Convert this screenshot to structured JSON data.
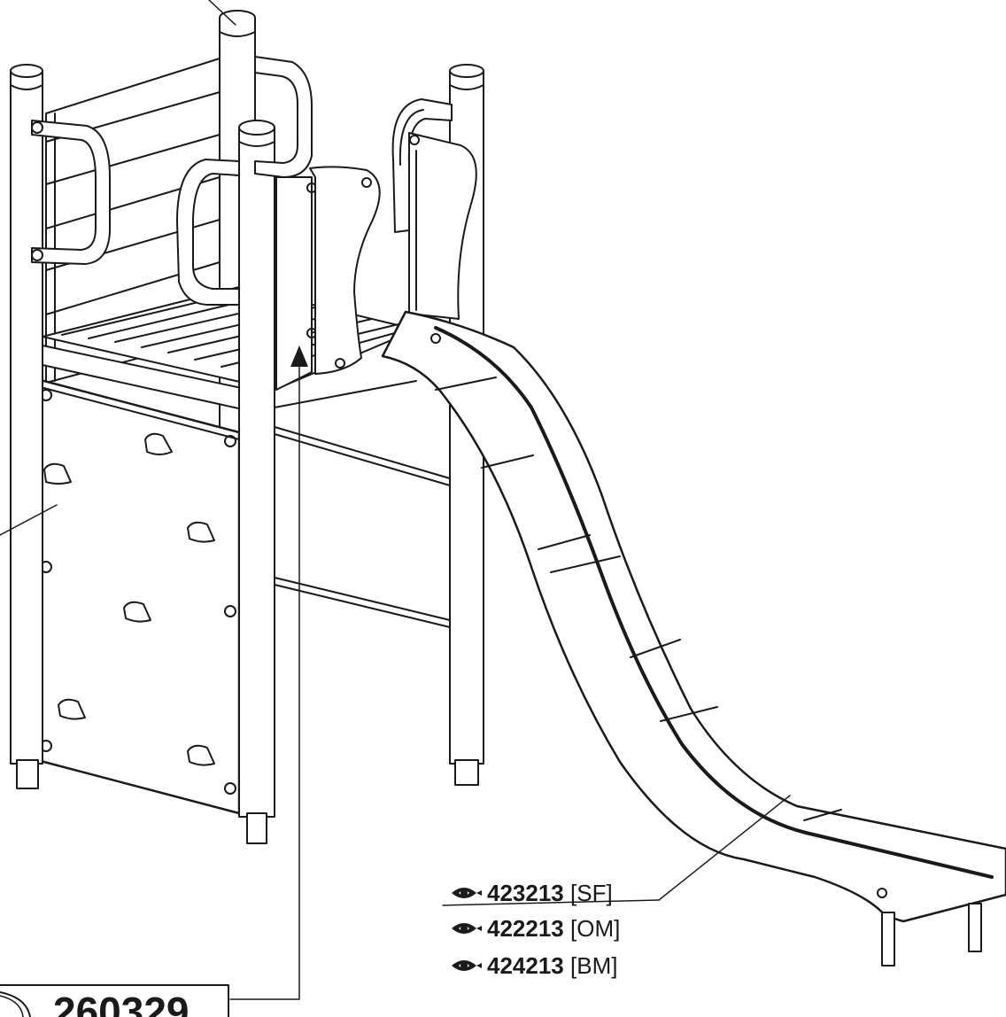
{
  "labels": [
    {
      "code": "423213",
      "variant": "[SF]"
    },
    {
      "code": "422213",
      "variant": "[OM]"
    },
    {
      "code": "424213",
      "variant": "[BM]"
    }
  ],
  "reference_box": {
    "number": "260329"
  },
  "icons": {
    "view": "eye-icon",
    "callout_target": "arrowhead-icon"
  },
  "colors": {
    "line": "#1a1a1a",
    "paper": "#ffffff"
  }
}
